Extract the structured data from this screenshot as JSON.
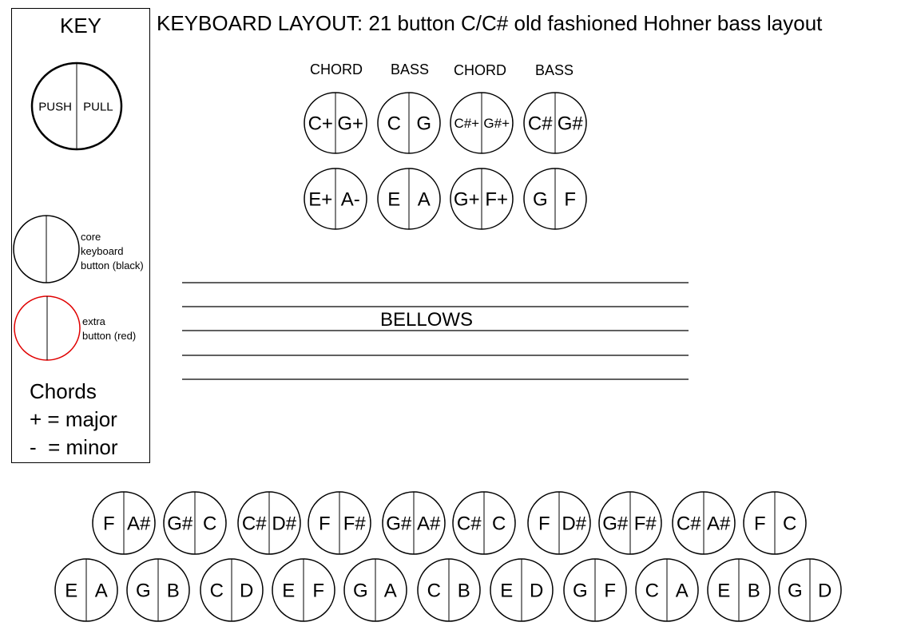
{
  "title": "KEYBOARD LAYOUT: 21 button C/C# old fashioned Hohner bass layout",
  "key": {
    "heading": "KEY",
    "push_label": "PUSH",
    "pull_label": "PULL",
    "core_button_desc": [
      "core",
      "keyboard",
      "button (black)"
    ],
    "extra_button_desc": [
      "extra",
      "button (red)"
    ],
    "chords_heading": "Chords",
    "major_legend": "+ = major",
    "minor_legend": "-  = minor",
    "colors": {
      "core": "#000000",
      "extra": "#e00000"
    }
  },
  "bass_side": {
    "column_labels": [
      "CHORD",
      "BASS",
      "CHORD",
      "BASS"
    ],
    "rows": [
      [
        [
          "C+",
          "G+"
        ],
        [
          "C",
          "G"
        ],
        [
          "C#+",
          "G#+"
        ],
        [
          "C#",
          "G#"
        ]
      ],
      [
        [
          "E+",
          "A-"
        ],
        [
          "E",
          "A"
        ],
        [
          "G+",
          "F+"
        ],
        [
          "G",
          "F"
        ]
      ]
    ]
  },
  "bellows": {
    "label": "BELLOWS",
    "line_count": 5
  },
  "treble_side": {
    "rows": [
      [
        [
          "F",
          "A#"
        ],
        [
          "G#",
          "C"
        ],
        [
          "C#",
          "D#"
        ],
        [
          "F",
          "F#"
        ],
        [
          "G#",
          "A#"
        ],
        [
          "C#",
          "C"
        ],
        [
          "F",
          "D#"
        ],
        [
          "G#",
          "F#"
        ],
        [
          "C#",
          "A#"
        ],
        [
          "F",
          "C"
        ]
      ],
      [
        [
          "E",
          "A"
        ],
        [
          "G",
          "B"
        ],
        [
          "C",
          "D"
        ],
        [
          "E",
          "F"
        ],
        [
          "G",
          "A"
        ],
        [
          "C",
          "B"
        ],
        [
          "E",
          "D"
        ],
        [
          "G",
          "F"
        ],
        [
          "C",
          "A"
        ],
        [
          "E",
          "B"
        ],
        [
          "G",
          "D"
        ]
      ]
    ]
  }
}
